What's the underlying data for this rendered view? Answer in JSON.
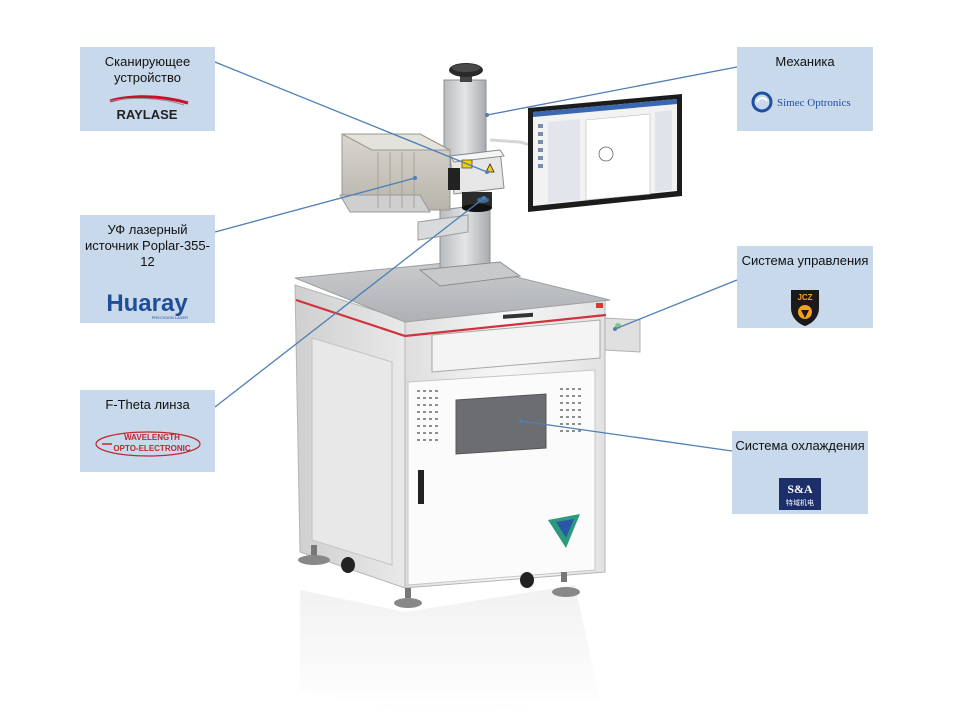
{
  "callouts": {
    "scanner": {
      "title": "Сканирующее устройство",
      "brand": "RAYLASE"
    },
    "laser": {
      "title": "УФ лазерный источник Poplar-355-12",
      "brand": "Huaray",
      "brand_sub": "PRECISION LASER"
    },
    "lens": {
      "title": "F-Theta линза",
      "brand_line1": "WAVELENGTH",
      "brand_line2": "OPTO-ELECTRONIC"
    },
    "mechanics": {
      "title": "Механика",
      "brand": "Simec Optronics"
    },
    "control": {
      "title": "Система управления",
      "brand": "JCZ"
    },
    "cooling": {
      "title": "Система охлаждения",
      "brand": "S&A",
      "brand_sub": "特域机电"
    }
  },
  "colors": {
    "callout_bg": "#c9d9ec",
    "leader_line": "#4f7fb5",
    "raylase_red": "#c8102e",
    "huaray_blue": "#1f4e96",
    "wavelength_red": "#c0282d",
    "simec_blue": "#1f4fa0",
    "jcz_orange": "#f2a21b",
    "sa_navy": "#1d2f6b",
    "machine_body": "#eeeeee",
    "accent_stripe": "#d2323c"
  },
  "icons": [
    "raylase-logo",
    "huaray-logo",
    "wavelength-logo",
    "simec-logo",
    "jcz-shield-icon",
    "sa-logo",
    "warning-icon",
    "ventilation-grille",
    "brand-triangle-icon"
  ]
}
